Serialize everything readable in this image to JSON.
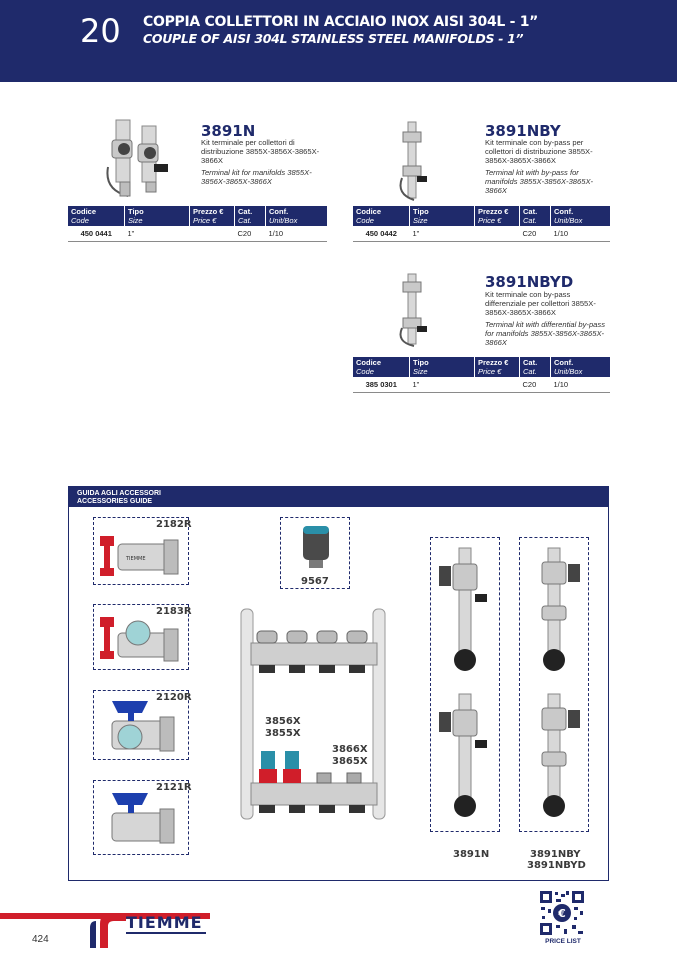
{
  "header": {
    "number": "20",
    "title_it": "COPPIA COLLETTORI IN ACCIAIO INOX AISI 304L - 1”",
    "title_en": "COUPLE OF AISI 304L STAINLESS STEEL MANIFOLDS - 1”"
  },
  "table_headers": {
    "code_it": "Codice",
    "code_en": "Code",
    "size_it": "Tipo",
    "size_en": "Size",
    "price_it": "Prezzo €",
    "price_en": "Price €",
    "cat_it": "Cat.",
    "cat_en": "Cat.",
    "conf_it": "Conf.",
    "conf_en": "Unit/Box"
  },
  "products": [
    {
      "code": "3891N",
      "desc_it": "Kit terminale per collettori di distribuzione 3855X-3856X-3865X-3866X",
      "desc_en": "Terminal kit for manifolds 3855X-3856X-3865X-3866X",
      "row": {
        "code": "450 0441",
        "size": "1”",
        "price": "",
        "cat": "C20",
        "conf": "1/10"
      }
    },
    {
      "code": "3891NBY",
      "desc_it": "Kit terminale con by-pass per collettori di distribuzione 3855X-3856X-3865X-3866X",
      "desc_en": "Terminal kit with by-pass for manifolds 3855X-3856X-3865X-3866X",
      "row": {
        "code": "450 0442",
        "size": "1”",
        "price": "",
        "cat": "C20",
        "conf": "1/10"
      }
    },
    {
      "code": "3891NBYD",
      "desc_it": "Kit terminale con by-pass differenziale per collettori 3855X-3856X-3865X-3866X",
      "desc_en": "Terminal kit with differential by-pass for manifolds 3855X-3856X-3865X-3866X",
      "row": {
        "code": "385 0301",
        "size": "1”",
        "price": "",
        "cat": "C20",
        "conf": "1/10"
      }
    }
  ],
  "guide": {
    "title_it": "GUIDA AGLI ACCESSORI",
    "title_en": "ACCESSORIES GUIDE",
    "labels": {
      "v2182": "2182R",
      "v2183": "2183R",
      "v2120": "2120R",
      "v2121": "2121R",
      "act": "9567",
      "m1a": "3856X",
      "m1b": "3855X",
      "m2a": "3866X",
      "m2b": "3865X",
      "k1": "3891N",
      "k2a": "3891NBY",
      "k2b": "3891NBYD"
    },
    "valve_text": "TIEMME"
  },
  "footer": {
    "brand": "TIEMME",
    "page": "424",
    "price_list": "PRICE LIST",
    "qr_symbol": "€"
  },
  "colors": {
    "navy": "#1f2a6b",
    "red": "#d01e2a"
  }
}
